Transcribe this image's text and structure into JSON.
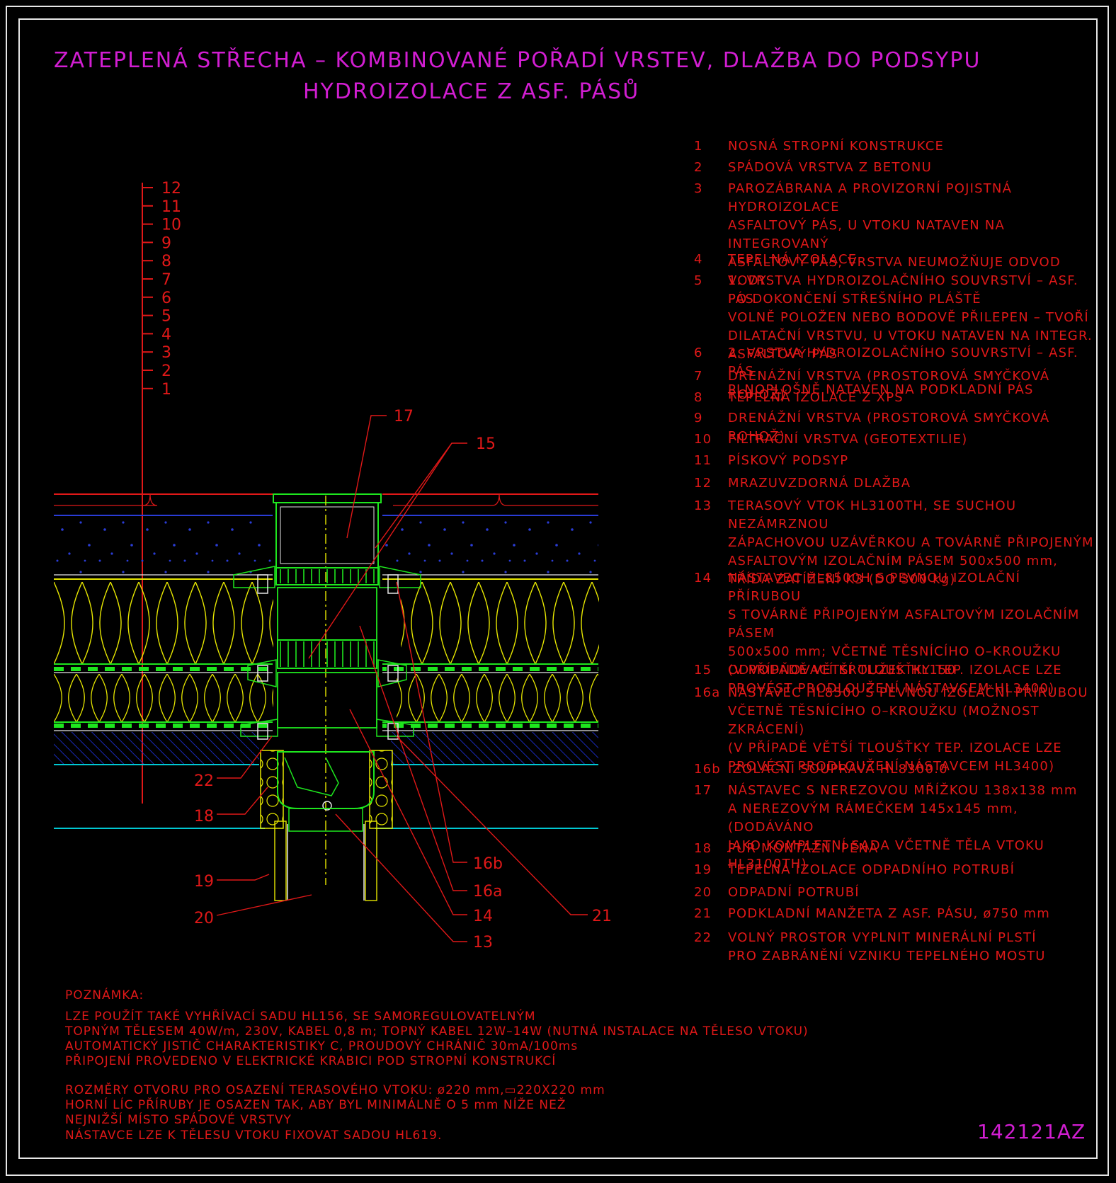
{
  "title": {
    "line1": "ZATEPLENÁ STŘECHA – KOMBINOVANÉ POŘADÍ VRSTEV, DLAŽBA DO PODSYPU",
    "line2": "HYDROIZOLACE Z ASF. PÁSŮ"
  },
  "legend": [
    {
      "num": "1",
      "text": "NOSNÁ STROPNÍ KONSTRUKCE"
    },
    {
      "num": "2",
      "text": "SPÁDOVÁ VRSTVA Z BETONU"
    },
    {
      "num": "3",
      "text": "PAROZÁBRANA A PROVIZORNÍ POJISTNÁ HYDROIZOLACE\nASFALTOVÝ PÁS, U VTOKU NATAVEN NA INTEGROVANÝ\nASFALTOVÝ PÁS, VRSTVA NEUMOŽŇUJE ODVOD VODY\nPO DOKONČENÍ STŘEŠNÍHO PLÁŠTĚ"
    },
    {
      "num": "4",
      "text": "TEPELNÁ IZOLACE"
    },
    {
      "num": "5",
      "text": "1. VRSTVA HYDROIZOLAČNÍHO SOUVRSTVÍ – ASF. PÁS\nVOLNĚ POLOŽEN NEBO BODOVĚ PŘILEPEN – TVOŘÍ\nDILATAČNÍ VRSTVU, U VTOKU NATAVEN NA INTEGR.\nASFALTOVÝ PÁS"
    },
    {
      "num": "6",
      "text": "2. VRSTVA HYDROIZOLAČNÍHO SOUVRSTVÍ – ASF. PÁS\nPLNOPLOŠNĚ NATAVEN NA PODKLADNÍ PÁS"
    },
    {
      "num": "7",
      "text": "DRENÁŽNÍ VRSTVA (PROSTOROVÁ SMYČKOVÁ ROHOŽ)"
    },
    {
      "num": "8",
      "text": "TEPELNÁ IZOLACE Z XPS"
    },
    {
      "num": "9",
      "text": "DRENÁŽNÍ VRSTVA (PROSTOROVÁ SMYČKOVÁ ROHOŽ)"
    },
    {
      "num": "10",
      "text": "FILTRAČNÍ VRSTVA (GEOTEXTILIE)"
    },
    {
      "num": "11",
      "text": "PÍSKOVÝ PODSYP"
    },
    {
      "num": "12",
      "text": "MRAZUVZDORNÁ DLAŽBA"
    },
    {
      "num": "13",
      "text": "TERASOVÝ VTOK HL3100TH, SE SUCHOU NEZÁMRZNOU\nZÁPACHOVOU UZÁVĚRKOU A TOVÁRNĚ PŘIPOJENÝM\nASFALTOVÝM IZOLAČNÍM PÁSEM 500x500 mm,\nTŘÍDA ZATÍŽENÍ K3 (DO 300 kg)"
    },
    {
      "num": "14",
      "text": "NÁSTAVEC HL8500H S PEVNOU IZOLAČNÍ PŘÍRUBOU\nS TOVÁRNĚ PŘIPOJENÝM ASFALTOVÝM IZOLAČNÍM PÁSEM\n500x500 mm; VČETNĚ TĚSNÍCÍHO O–KROUŽKU\n(V PŘÍPADĚ VĚTŠÍ TLOUŠŤKY TEP. IZOLACE LZE\nPROVÉST PRODLOUŽENÍ NÁSTAVCEM HL3400)"
    },
    {
      "num": "15",
      "text": "ODVODŇOVACÍ KROUŽEK HL150"
    },
    {
      "num": "16a",
      "text": "NÁSTAVEC HL8500 S PEVNOU IZOLAČNÍ PŘÍRUBOU\nVČETNĚ TĚSNÍCÍHO O–KROUŽKU (MOŽNOST ZKRÁCENÍ)\n(V PŘÍPADĚ VĚTŠÍ TLOUŠŤKY TEP. IZOLACE LZE\nPROVÉST PRODLOUŽENÍ NÁSTAVCEM HL3400)"
    },
    {
      "num": "16b",
      "text": "IZOLAČNÍ SOUPRAVA HL8300.0"
    },
    {
      "num": "17",
      "text": "NÁSTAVEC S NEREZOVOU MŘÍŽKOU 138x138 mm\nA NEREZOVÝM RÁMEČKEM 145x145 mm, (DODÁVÁNO\nJAKO KOMPLETNÍ SADA VČETNĚ TĚLA VTOKU HL3100TH)"
    },
    {
      "num": "18",
      "text": "PUR MONTÁŽNÍ PĚNA"
    },
    {
      "num": "19",
      "text": "TEPELNÁ IZOLACE ODPADNÍHO POTRUBÍ"
    },
    {
      "num": "20",
      "text": "ODPADNÍ POTRUBÍ"
    },
    {
      "num": "21",
      "text": "PODKLADNÍ MANŽETA Z ASF. PÁSU, ø750 mm"
    },
    {
      "num": "22",
      "text": "VOLNÝ PROSTOR VYPLNIT MINERÁLNÍ PLSTÍ\nPRO ZABRÁNĚNÍ VZNIKU TEPELNÉHO MOSTU"
    }
  ],
  "layer_scale": [
    "12",
    "11",
    "10",
    "9",
    "8",
    "7",
    "6",
    "5",
    "4",
    "3",
    "2",
    "1"
  ],
  "callouts": [
    "17",
    "15",
    "22",
    "18",
    "19",
    "20",
    "16b",
    "16a",
    "14",
    "13",
    "21"
  ],
  "note": {
    "heading": "POZNÁMKA:",
    "block1": "LZE POUŽÍT TAKÉ VYHŘÍVACÍ SADU HL156, SE SAMOREGULOVATELNÝM\nTOPNÝM TĚLESEM 40W/m, 230V, KABEL 0,8 m; TOPNÝ KABEL 12W–14W (NUTNÁ INSTALACE NA TĚLESO VTOKU)\nAUTOMATICKÝ JISTIČ CHARAKTERISTIKY C, PROUDOVÝ CHRÁNIČ 30mA/100ms\nPŘIPOJENÍ PROVEDENO V ELEKTRICKÉ KRABICI POD STROPNÍ KONSTRUKCÍ",
    "block2": "ROZMĚRY OTVORU PRO OSAZENÍ TERASOVÉHO VTOKU: ø220 mm,▭220X220 mm\nHORNÍ LÍC PŘÍRUBY JE OSAZEN TAK, ABY BYL MINIMÁLNĚ O 5 mm NÍŽE NEŽ\nNEJNIŽŠÍ MÍSTO SPÁDOVÉ VRSTVY",
    "block3": "NÁSTAVCE LZE K TĚLESU VTOKU FIXOVAT SADOU HL619."
  },
  "drawing_code": "142121AZ",
  "colors": {
    "title": "#d21ed2",
    "text": "#e01818",
    "insulation": "#e6e600",
    "membrane": "#1ee61e",
    "gravel": "#2a3cd6",
    "concrete": "#1a2ab8",
    "cyan": "#00c8d2",
    "frame": "#e6e6e6"
  }
}
